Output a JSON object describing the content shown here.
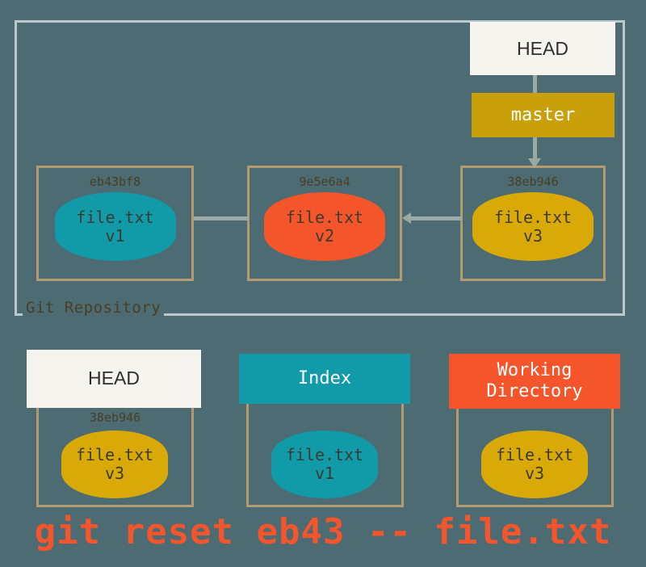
{
  "diagram": {
    "title": "git reset eb43 -- file.txt",
    "repository": {
      "label": "Git Repository",
      "commits": [
        {
          "hash": "eb43bf8",
          "file": "file.txt",
          "version": "v1",
          "color": "#119aa8"
        },
        {
          "hash": "9e5e6a4",
          "file": "file.txt",
          "version": "v2",
          "color": "#f4552b"
        },
        {
          "hash": "38eb946",
          "file": "file.txt",
          "version": "v3",
          "color": "#d9a908"
        }
      ],
      "refs": {
        "head": "HEAD",
        "branch": "master"
      }
    },
    "areas": [
      {
        "name": "HEAD",
        "header_color": "#f5f4ef",
        "hash": "38eb946",
        "file": "file.txt",
        "version": "v3",
        "blob_color": "#d9a908"
      },
      {
        "name": "Index",
        "header_color": "#119aa8",
        "hash": "",
        "file": "file.txt",
        "version": "v1",
        "blob_color": "#119aa8"
      },
      {
        "name_line1": "Working",
        "name_line2": "Directory",
        "header_color": "#f4552b",
        "hash": "",
        "file": "file.txt",
        "version": "v3",
        "blob_color": "#d9a908"
      }
    ],
    "command": "git reset eb43 -- file.txt",
    "colors": {
      "background": "#4c6b73",
      "frame": "#b9c9cc",
      "box_border": "#b49a6e",
      "connector": "#9aa9a5",
      "teal": "#119aa8",
      "orange": "#f4552b",
      "gold": "#d9a908",
      "gold_dark": "#c9a00a",
      "label_text": "#4a3f22"
    }
  }
}
